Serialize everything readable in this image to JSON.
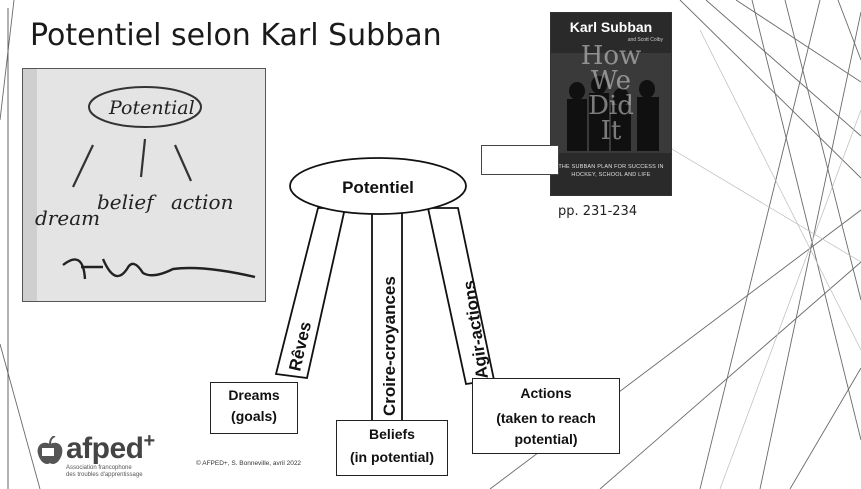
{
  "slide": {
    "title": "Potentiel selon Karl Subban",
    "page_ref": "pp. 231-234",
    "copyright": "© AFPED+,  S. Bonneville, avril 2022"
  },
  "photo": {
    "circle_word": "Potential",
    "words": [
      "dream",
      "belief",
      "action"
    ]
  },
  "book": {
    "author": "Karl Subban",
    "coauthor": "and Scott Colby",
    "title_lines": [
      "How",
      "We",
      "Did",
      "It"
    ],
    "subtitle": "THE SUBBAN PLAN FOR SUCCESS IN HOCKEY, SCHOOL AND LIFE"
  },
  "stool": {
    "seat": "Potentiel",
    "legs": [
      "Rêves",
      "Croire-croyances",
      "Agir-actions"
    ]
  },
  "labels": {
    "dreams": [
      "Dreams",
      "(goals)"
    ],
    "beliefs": [
      "Beliefs",
      "(in potential)"
    ],
    "actions": [
      "Actions",
      "(taken to reach",
      "potential)"
    ]
  },
  "logo": {
    "name": "afped",
    "plus": "+",
    "tagline": [
      "Association francophone",
      "des troubles d'apprentissage"
    ],
    "icon": "apple-icon"
  },
  "colors": {
    "background": "#ffffff",
    "lines": "#555555",
    "text": "#111111"
  }
}
